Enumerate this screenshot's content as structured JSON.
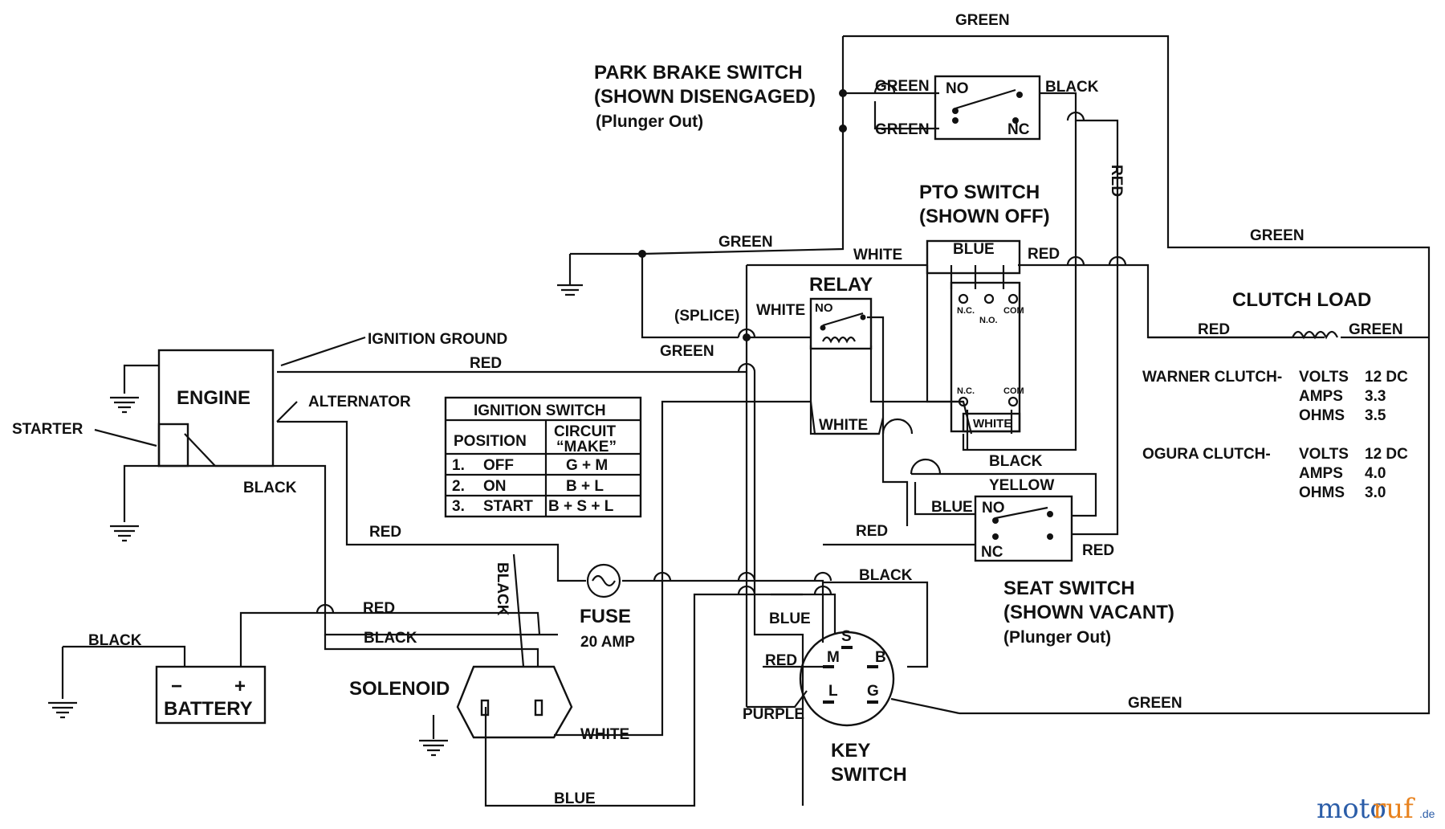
{
  "labels": {
    "park_brake_title1": "PARK BRAKE SWITCH",
    "park_brake_title2": "(SHOWN DISENGAGED)",
    "park_brake_title3": "(Plunger Out)",
    "pto_title1": "PTO SWITCH",
    "pto_title2": "(SHOWN OFF)",
    "relay": "RELAY",
    "clutch_load": "CLUTCH LOAD",
    "engine": "ENGINE",
    "ignition_ground": "IGNITION GROUND",
    "alternator": "ALTERNATOR",
    "starter": "STARTER",
    "battery": "BATTERY",
    "battery_minus": "−",
    "battery_plus": "+",
    "solenoid": "SOLENOID",
    "fuse": "FUSE",
    "fuse_rating": "20 AMP",
    "key_switch1": "KEY",
    "key_switch2": "SWITCH",
    "seat_title1": "SEAT SWITCH",
    "seat_title2": "(SHOWN VACANT)",
    "seat_title3": "(Plunger Out)",
    "splice": "(SPLICE)",
    "no": "NO",
    "nc": "NC",
    "pto_nc": "N.C.",
    "pto_no": "N.O.",
    "pto_com": "COM",
    "key_s": "S",
    "key_m": "M",
    "key_b": "B",
    "key_l": "L",
    "key_g": "G",
    "watermark_pre": "moto",
    "watermark_mid": "ruf",
    "watermark_de": ".de"
  },
  "wire_labels": {
    "green": "GREEN",
    "black": "BLACK",
    "red": "RED",
    "white": "WHITE",
    "blue": "BLUE",
    "yellow": "YELLOW",
    "purple": "PURPLE"
  },
  "ignition_table": {
    "title": "IGNITION SWITCH",
    "col_position": "POSITION",
    "col_circuit1": "CIRCUIT",
    "col_circuit2": "“MAKE”",
    "rows": [
      {
        "num": "1.",
        "pos": "OFF",
        "circuit": "G + M"
      },
      {
        "num": "2.",
        "pos": "ON",
        "circuit": "B + L"
      },
      {
        "num": "3.",
        "pos": "START",
        "circuit": "B + S + L"
      }
    ]
  },
  "clutch_specs": [
    {
      "name": "WARNER CLUTCH-",
      "volts_label": "VOLTS",
      "volts": "12 DC",
      "amps_label": "AMPS",
      "amps": "3.3",
      "ohms_label": "OHMS",
      "ohms": "3.5"
    },
    {
      "name": "OGURA CLUTCH-",
      "volts_label": "VOLTS",
      "volts": "12 DC",
      "amps_label": "AMPS",
      "amps": "4.0",
      "ohms_label": "OHMS",
      "ohms": "3.0"
    }
  ],
  "colors": {
    "ink": "#111111",
    "background": "#ffffff",
    "watermark_blue": "#2b5da8",
    "watermark_orange": "#e8821e"
  }
}
